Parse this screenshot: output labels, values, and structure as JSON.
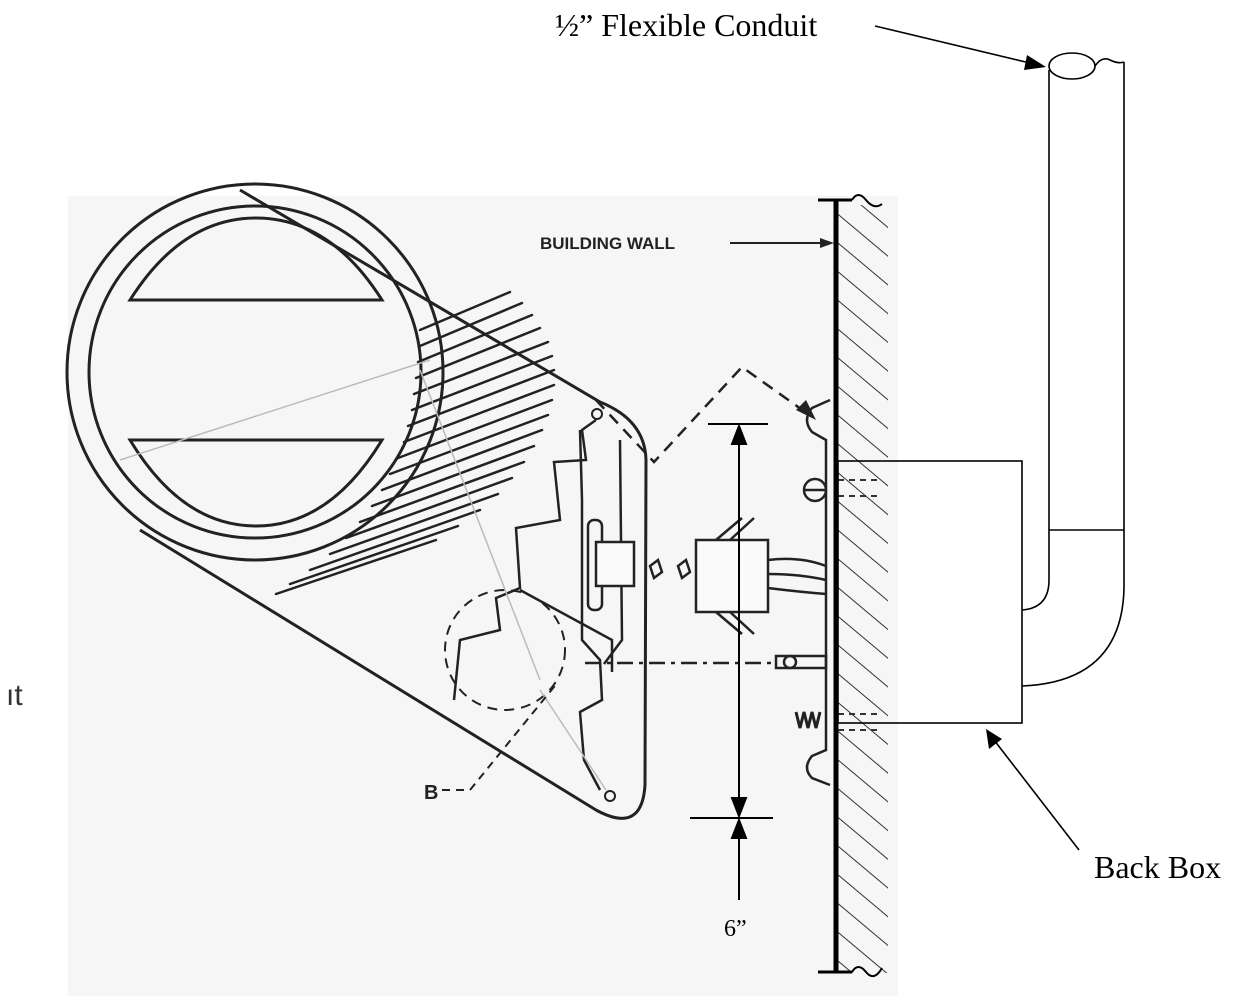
{
  "labels": {
    "conduit": "½” Flexible Conduit",
    "building_wall": "BUILDING WALL",
    "back_box": "Back Box",
    "dimension": "6”",
    "part_b": "B",
    "cropped_fragment": "ıt"
  },
  "colors": {
    "panel": "#f6f6f6",
    "ink": "#000000",
    "sketch": "#333333"
  }
}
